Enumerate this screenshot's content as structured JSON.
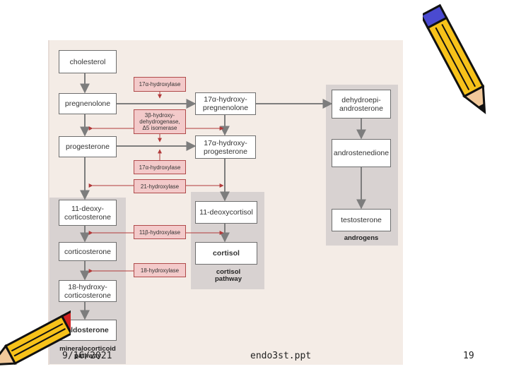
{
  "nodes": {
    "cholesterol": "cholesterol",
    "pregnenolone": "pregnenolone",
    "hydroxy_pregnenolone": "17α-hydroxy-\npregnenolone",
    "dhea": "dehydroepi-\nandrosterone",
    "progesterone": "progesterone",
    "hydroxy_progesterone": "17α-hydroxy-\nprogesterone",
    "androstenedione": "androstenedione",
    "deoxycorticosterone": "11-deoxy-\ncorticosterone",
    "deoxycortisol": "11-deoxycortisol",
    "testosterone": "testosterone",
    "corticosterone": "corticosterone",
    "cortisol": "cortisol",
    "hydroxycorticosterone": "18-hydroxy-\ncorticosterone",
    "aldosterone": "aldosterone"
  },
  "enzymes": {
    "e1": "17α-hydroxylase",
    "e2": "3β-hydroxy-\ndehydrogenase,\nΔ5 isomerase",
    "e3": "17α-hydroxylase",
    "e4": "21-hydroxylase",
    "e5": "11β-hydroxylase",
    "e6": "18-hydroxylase"
  },
  "pathways": {
    "androgens": "androgens",
    "cortisol": "cortisol\npathway",
    "mineralocorticoid": "mineralocorticoid\npathway"
  },
  "footer": {
    "date": "9/16/2021",
    "file": "endo3st.ppt",
    "page": "19"
  },
  "colors": {
    "page_background": "#f4ece6",
    "pathway_panel": "#d8d2d1",
    "enzyme_fill": "#f3caca",
    "enzyme_border": "#b04a4a",
    "arrow_gray": "#7d7d7d",
    "arrow_red": "#b23a3a"
  },
  "decorations": [
    "pencil-icon",
    "pencil-icon"
  ]
}
